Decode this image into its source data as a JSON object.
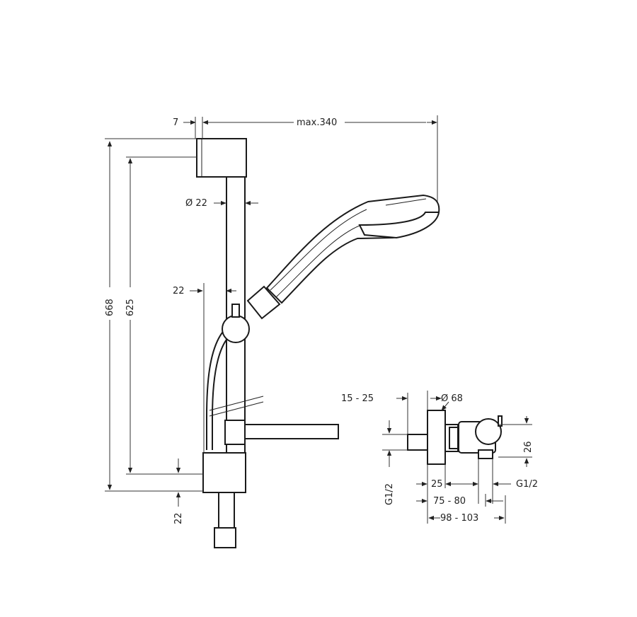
{
  "labels": {
    "top_offset": "7",
    "max_reach": "max.340",
    "rod_diameter": "Ø 22",
    "rod_offset": "22",
    "height_total": "668",
    "height_inner": "625",
    "bottom_offset": "22",
    "wall_range": "15 - 25",
    "rosette_diameter": "Ø 68",
    "mixer_height": "26",
    "inlet_thread_left": "G1/2",
    "inlet_thread_right": "G1/2",
    "mixer_depth": "25",
    "centres_range": "75 - 80",
    "overall_range": "98 - 103"
  }
}
